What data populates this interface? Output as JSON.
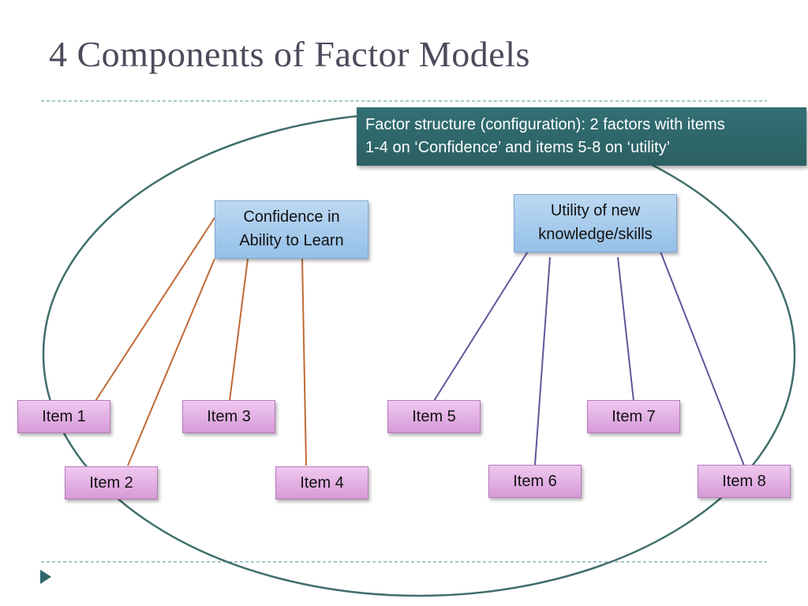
{
  "slide": {
    "title": "4 Components of Factor Models",
    "callout_line1": "Factor structure (configuration): 2 factors with items",
    "callout_line2": "1-4 on ‘Confidence’ and items 5-8 on ‘utility’"
  },
  "factors": [
    {
      "line1": "Confidence in",
      "line2": "Ability to Learn"
    },
    {
      "line1": "Utility of new",
      "line2": "knowledge/skills"
    }
  ],
  "items": [
    "Item 1",
    "Item 2",
    "Item 3",
    "Item 4",
    "Item 5",
    "Item 6",
    "Item 7",
    "Item 8"
  ],
  "colors": {
    "ellipse": "#3f6f6b",
    "factor1_links": "#c06a35",
    "factor2_links": "#5a5a9a",
    "callout_bg": "#2f676b",
    "divider": "#6aa6a6"
  }
}
